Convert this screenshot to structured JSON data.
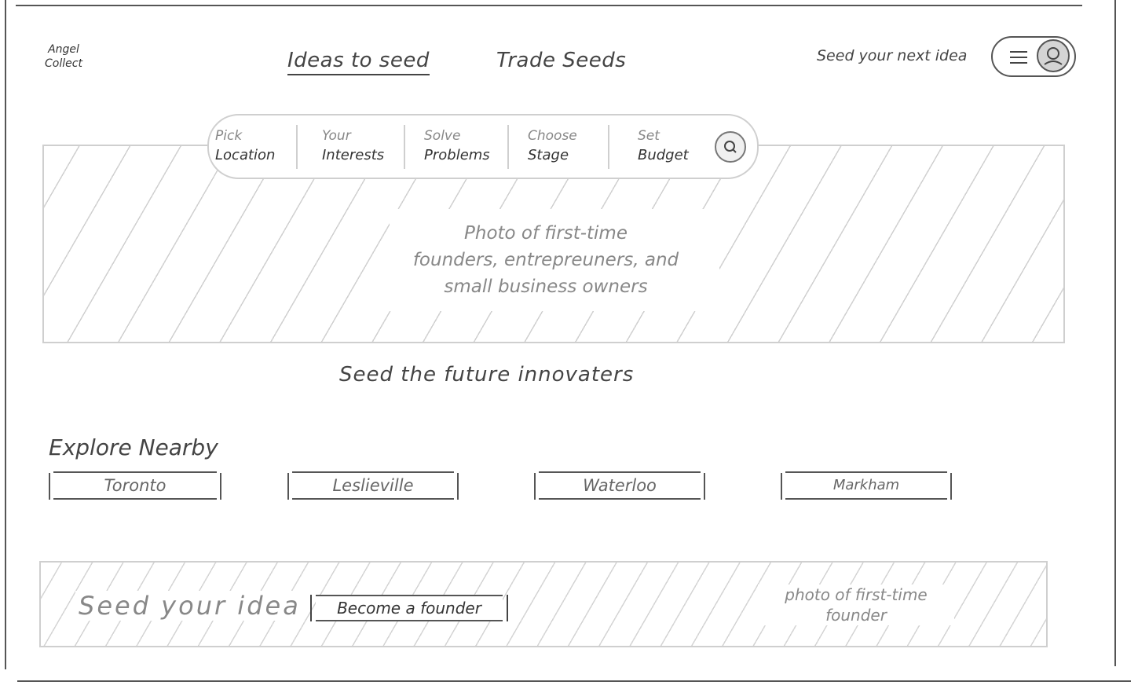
{
  "header": {
    "logo": [
      "Angel",
      "Collect"
    ],
    "nav": [
      {
        "label": "Ideas to seed",
        "active": true
      },
      {
        "label": "Trade Seeds",
        "active": false
      }
    ],
    "cta_text": "Seed your next idea",
    "user_menu": {
      "menu_icon": "hamburger-icon",
      "avatar_icon": "user-avatar-icon"
    }
  },
  "search": {
    "segments": [
      {
        "small": "Pick",
        "big": "Location"
      },
      {
        "small": "Your",
        "big": "Interests"
      },
      {
        "small": "Solve",
        "big": "Problems"
      },
      {
        "small": "Choose",
        "big": "Stage"
      },
      {
        "small": "Set",
        "big": "Budget"
      }
    ],
    "button_icon": "search-icon",
    "button_glyph": "⌕"
  },
  "hero": {
    "caption_lines": [
      "Photo of first-time",
      "founders, entrepreuners, and",
      "small business owners"
    ]
  },
  "tagline": "Seed the future innovaters",
  "explore": {
    "title": "Explore Nearby",
    "locations": [
      "Toronto",
      "Leslieville",
      "Waterloo",
      "Markham"
    ]
  },
  "banner": {
    "title": "Seed your idea",
    "cta": "Become a founder",
    "photo_caption": [
      "photo of first-time",
      "founder"
    ]
  }
}
